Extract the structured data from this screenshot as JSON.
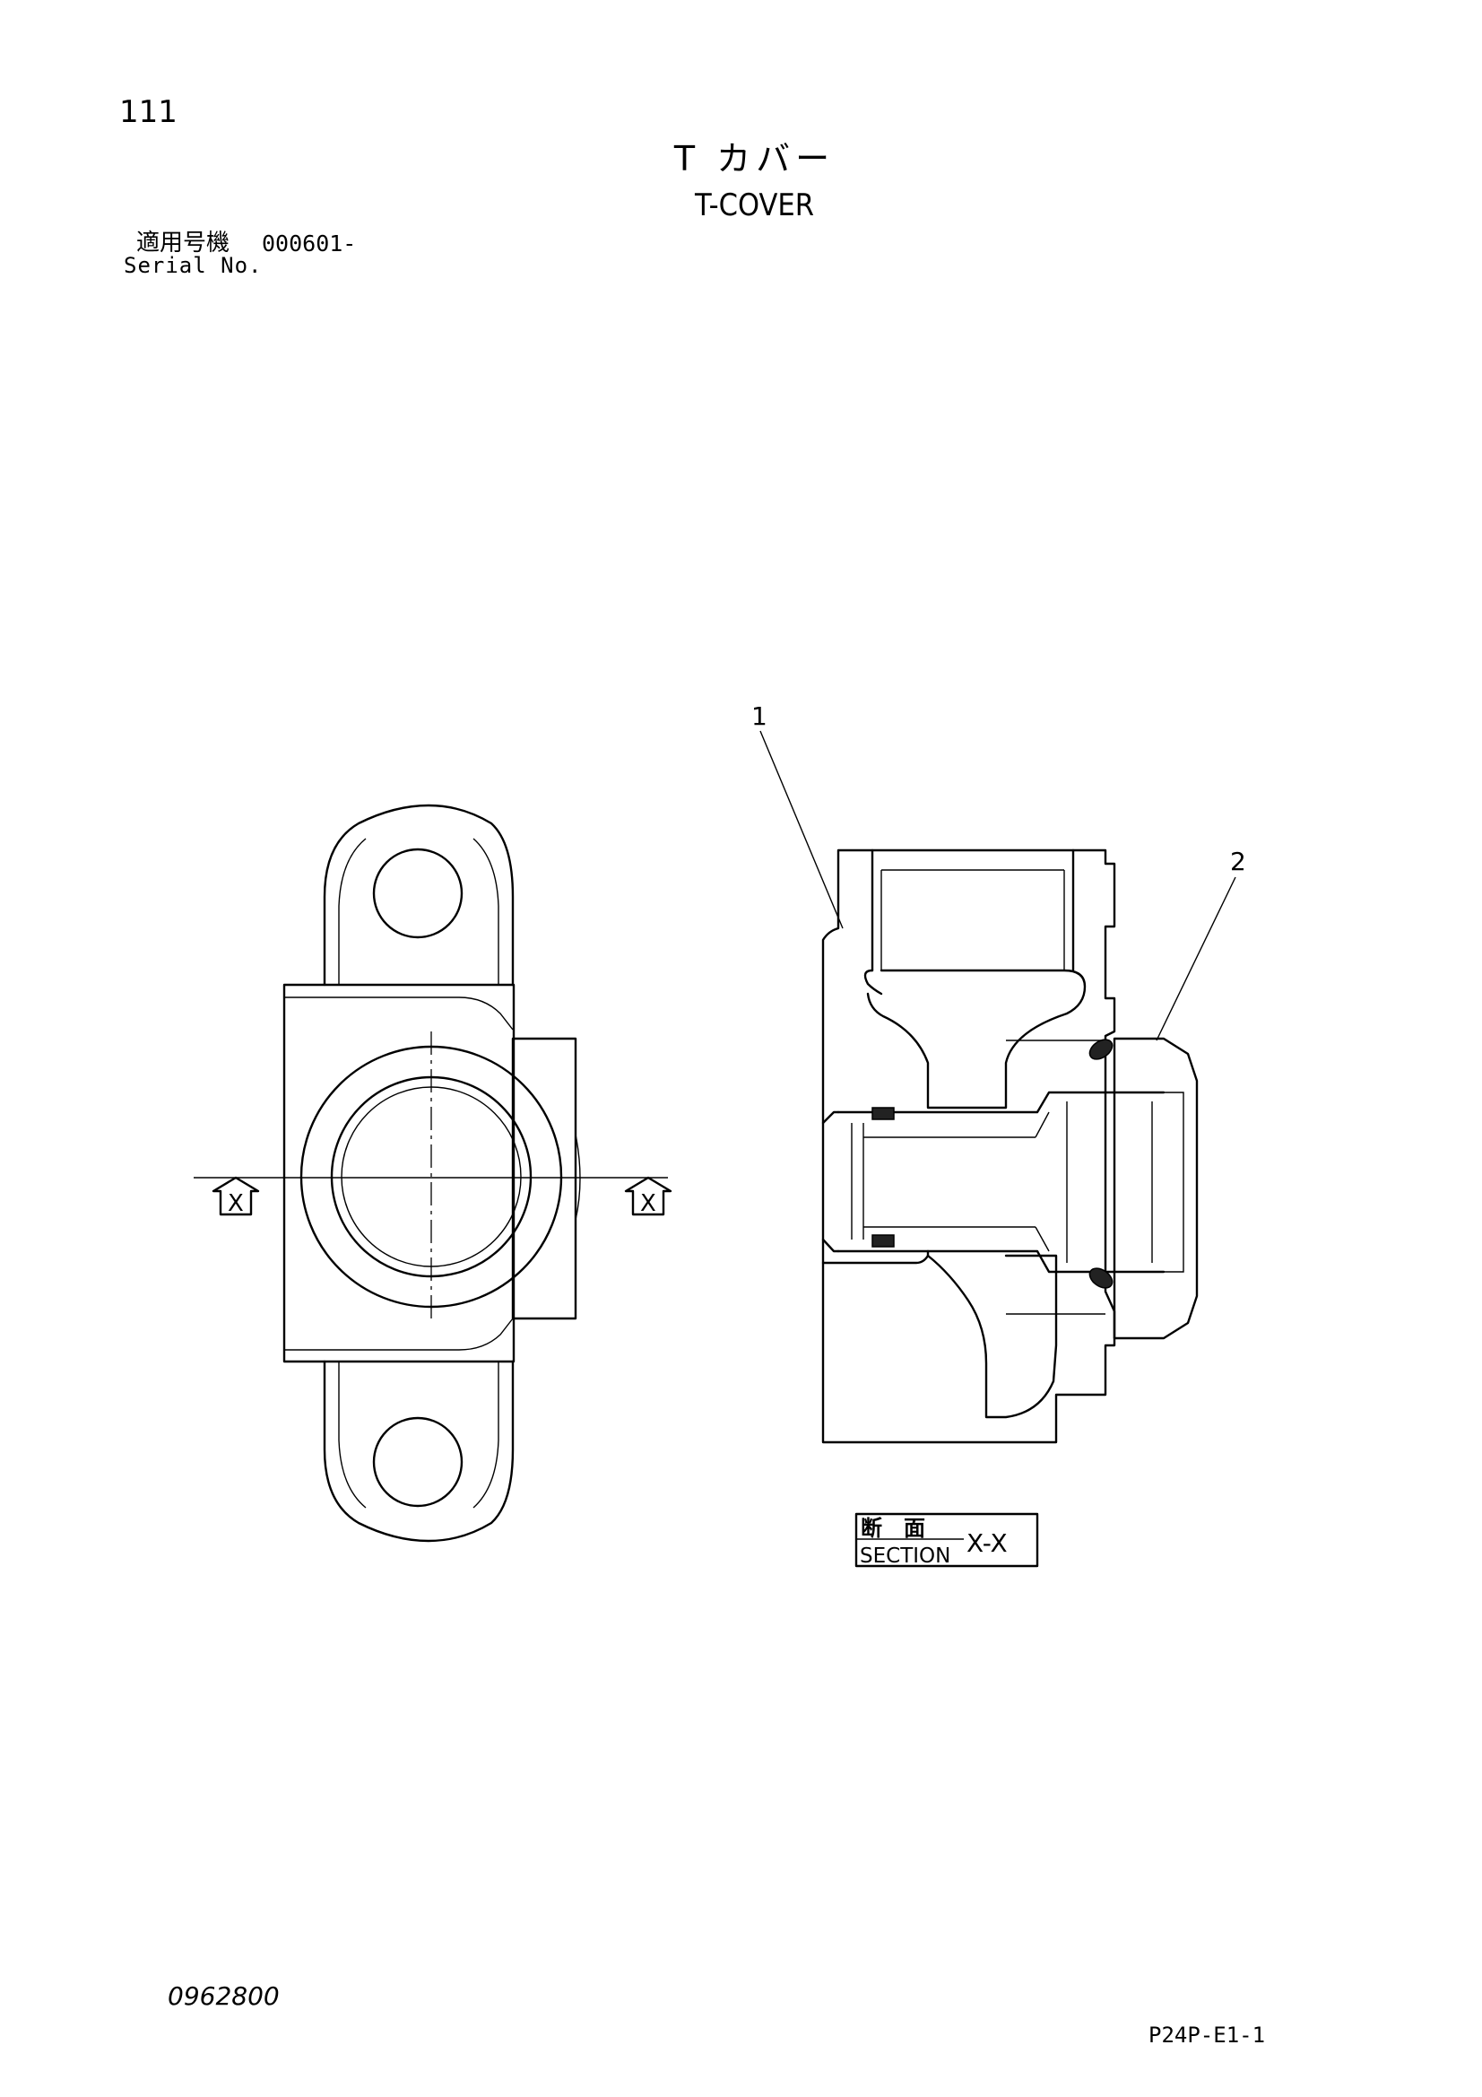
{
  "header": {
    "page_number": "111",
    "title_jp": "T カバー",
    "title_en": "T-COVER",
    "serial_label_jp": "適用号機",
    "serial_value": "000601-",
    "serial_label_en": "Serial No."
  },
  "drawing": {
    "part_callouts": [
      "1",
      "2"
    ],
    "section_marker": "X",
    "section_label": {
      "jp": "断　面",
      "en": "SECTION",
      "id": "X-X"
    }
  },
  "footer": {
    "doc_number": "0962800",
    "page_code": "P24P-E1-1"
  }
}
